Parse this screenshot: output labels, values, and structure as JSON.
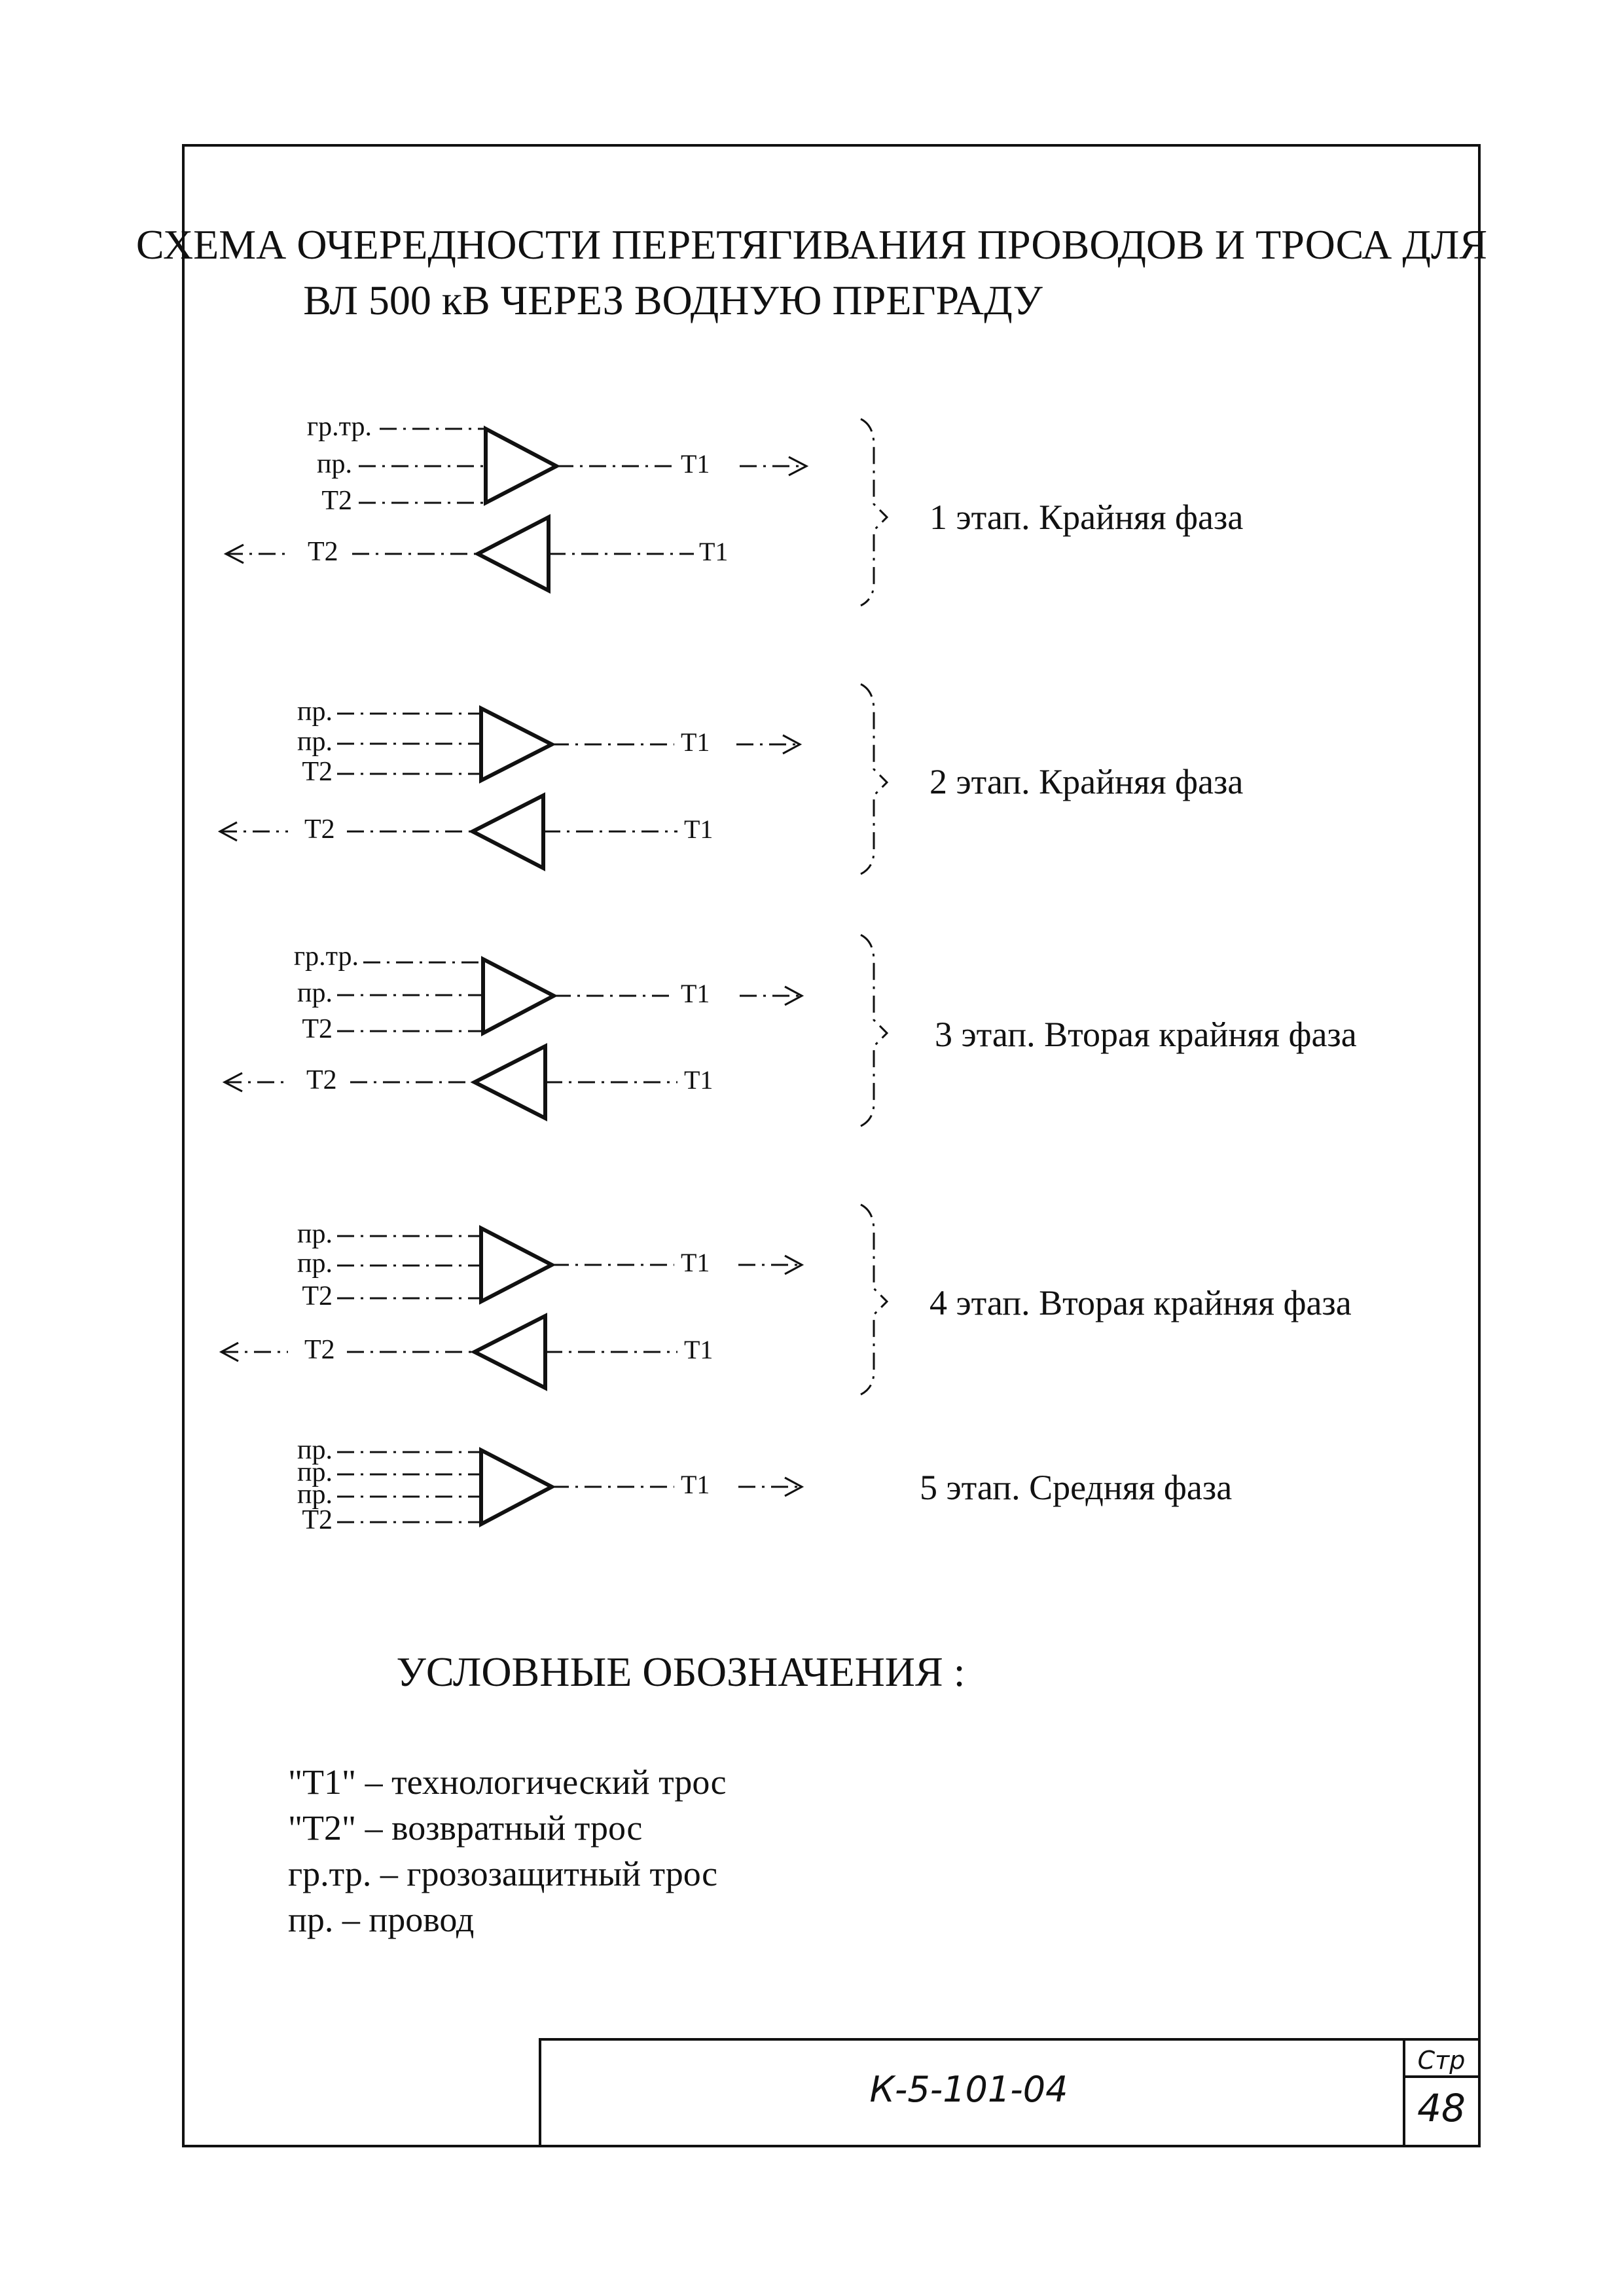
{
  "title": {
    "line1": "СХЕМА ОЧЕРЕДНОСТИ ПЕРЕТЯГИВАНИЯ ПРОВОДОВ И ТРОСА ДЛЯ",
    "line2": "ВЛ 500 кВ ЧЕРЕЗ ВОДНУЮ ПРЕГРАДУ"
  },
  "stages": [
    {
      "label": "1 этап. Крайняя фаза",
      "forward": {
        "inputs": [
          "гр.тр.",
          "пр.",
          "Т2"
        ],
        "output": "Т1"
      },
      "back": {
        "input": "Т2",
        "output": "Т1"
      }
    },
    {
      "label": "2 этап. Крайняя фаза",
      "forward": {
        "inputs": [
          "пр.",
          "пр.",
          "Т2"
        ],
        "output": "Т1"
      },
      "back": {
        "input": "Т2",
        "output": "Т1"
      }
    },
    {
      "label": "3 этап. Вторая крайняя фаза",
      "forward": {
        "inputs": [
          "гр.тр.",
          "пр.",
          "Т2"
        ],
        "output": "Т1"
      },
      "back": {
        "input": "Т2",
        "output": "Т1"
      }
    },
    {
      "label": "4 этап. Вторая крайняя фаза",
      "forward": {
        "inputs": [
          "пр.",
          "пр.",
          "Т2"
        ],
        "output": "Т1"
      },
      "back": {
        "input": "Т2",
        "output": "Т1"
      }
    },
    {
      "label": "5 этап. Средняя фаза",
      "forward": {
        "inputs": [
          "пр.",
          "пр.",
          "пр.",
          "Т2"
        ],
        "output": "Т1"
      }
    }
  ],
  "legend": {
    "heading": "УСЛОВНЫЕ ОБОЗНАЧЕНИЯ :",
    "items": [
      "\"Т1\" – технологический трос",
      "\"Т2\" – возвратный трос",
      "гр.тр. – грозозащитный трос",
      "пр. – провод"
    ]
  },
  "stamp": {
    "code": "К-5-101-04",
    "page_label": "Стр",
    "page_number": "48"
  }
}
